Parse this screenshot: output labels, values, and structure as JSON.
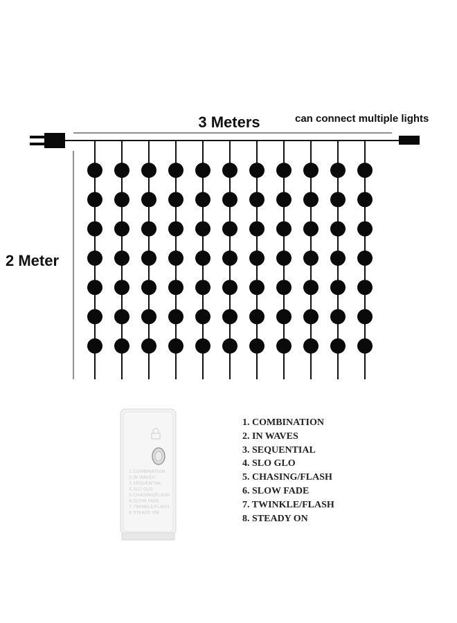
{
  "dimensions": {
    "width_label": "3 Meters",
    "height_label": "2 Meter"
  },
  "connector_note": "can connect multiple lights",
  "curtain": {
    "strands": 11,
    "bulbs_per_strand": 7
  },
  "controller": {
    "color": "#f2f2f2",
    "printed_text_faint": [
      "1.COMBINATION",
      "2.IN WAVES",
      "3.SEQUENTIAL",
      "4.SLO GLO",
      "5.CHASING/FLASH",
      "6.SLOW FADE",
      "7.TWINKLE/FLASH",
      "8.STEADY ON"
    ]
  },
  "modes": [
    "1. COMBINATION",
    "2. IN WAVES",
    "3. SEQUENTIAL",
    "4. SLO GLO",
    "5. CHASING/FLASH",
    "6. SLOW FADE",
    "7. TWINKLE/FLASH",
    "8. STEADY ON"
  ],
  "colors": {
    "line": "#111111",
    "bulb": "#0a0a0a",
    "background": "#ffffff"
  }
}
